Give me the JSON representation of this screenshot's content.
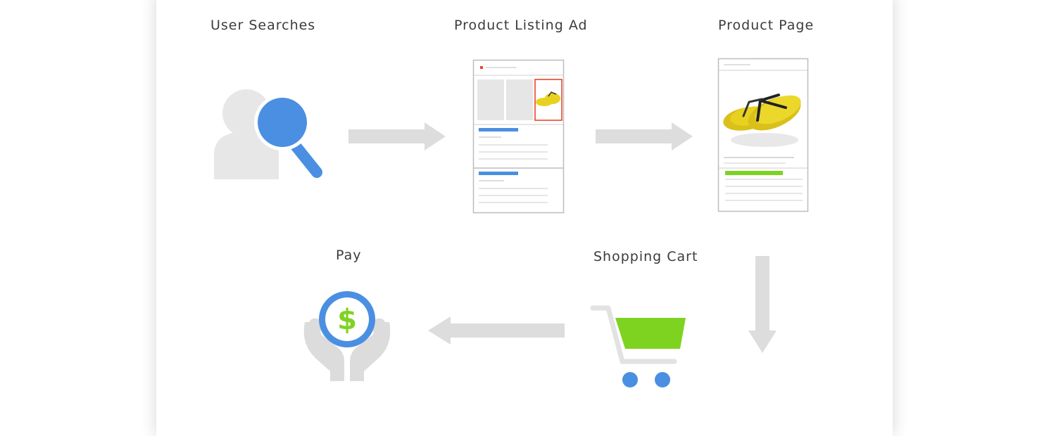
{
  "steps": {
    "user_searches": "User Searches",
    "product_listing_ad": "Product Listing Ad",
    "product_page": "Product Page",
    "shopping_cart": "Shopping Cart",
    "pay": "Pay"
  },
  "icons": {
    "user_search": "user-search-icon",
    "cart": "shopping-cart-icon",
    "pay": "hands-dollar-icon"
  },
  "colors": {
    "blue": "#4a8fe2",
    "green": "#7ed321",
    "gray_icon": "#e7e7e7",
    "arrow": "#dddddd",
    "product_yellow": "#e9d21f",
    "highlight_red": "#e8452a"
  }
}
